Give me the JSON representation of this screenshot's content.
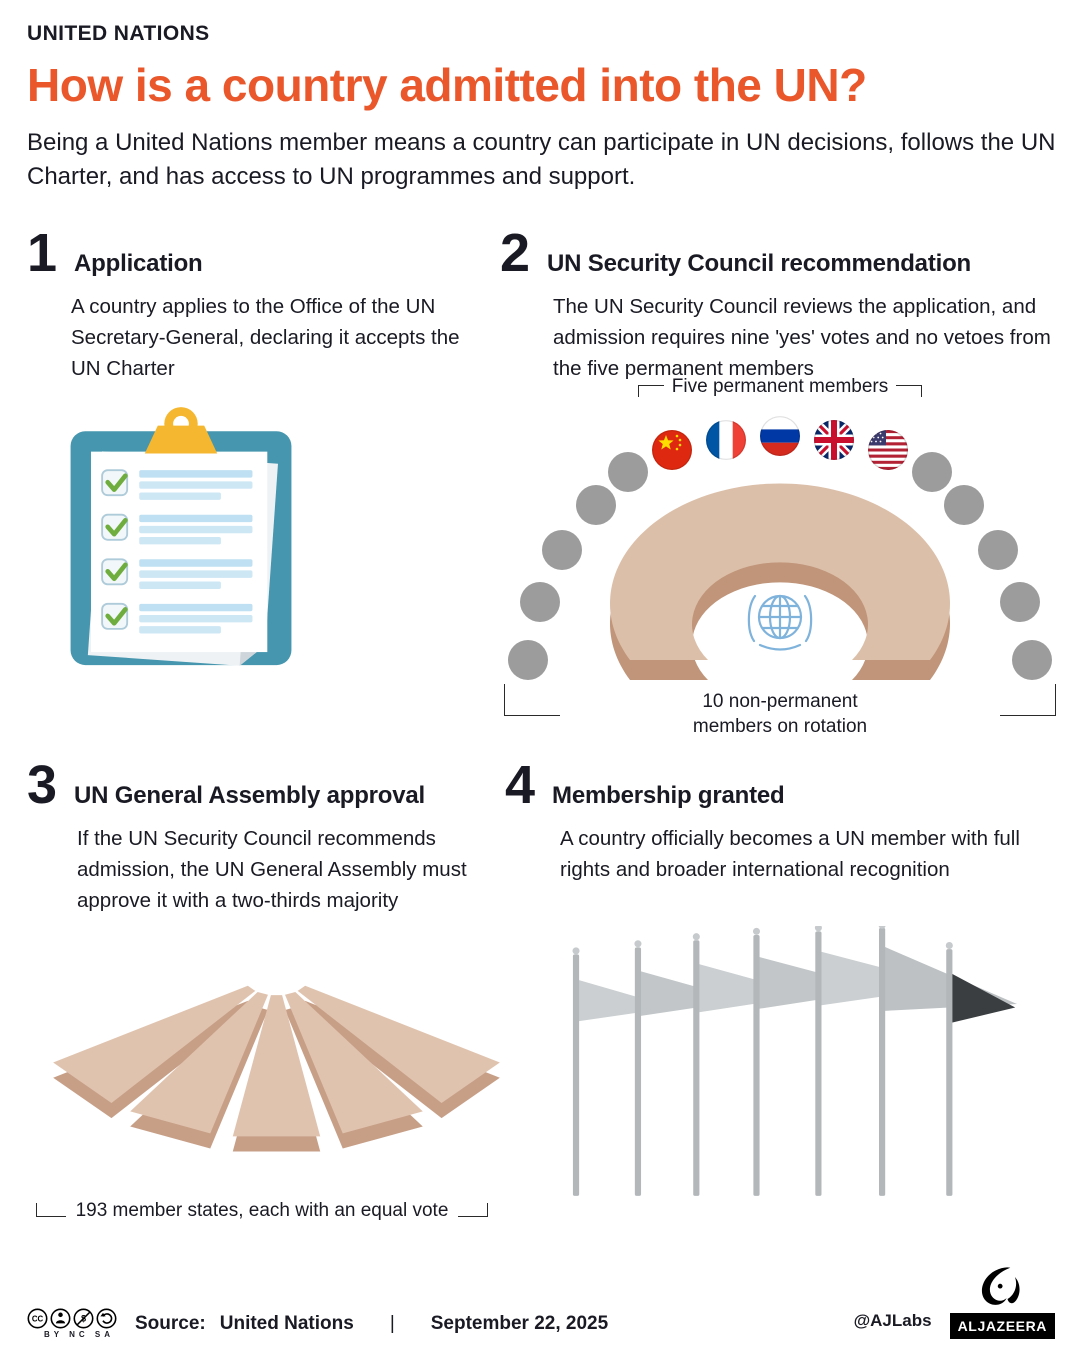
{
  "header": {
    "kicker": "UNITED NATIONS",
    "title": "How is a country admitted into the UN?",
    "subtitle": "Being a United Nations member means a country can participate in UN decisions, follows the UN Charter, and has access to UN programmes and support."
  },
  "steps": {
    "one": {
      "number": "1",
      "title": "Application",
      "body": "A country applies to the Office of the UN Secretary-General, declaring it accepts the UN Charter"
    },
    "two": {
      "number": "2",
      "title": "UN Security Council recommendation",
      "body": "The UN Security Council reviews the application, and admission requires nine 'yes' votes and no vetoes from the five permanent members",
      "label_top": "Five permanent members",
      "label_bottom_line1": "10 non-permanent",
      "label_bottom_line2": "members on rotation",
      "permanent_members": [
        "China",
        "France",
        "Russia",
        "United Kingdom",
        "United States"
      ]
    },
    "three": {
      "number": "3",
      "title": "UN General Assembly approval",
      "body": "If the UN Security Council recommends admission, the UN General Assembly must approve it with a two-thirds majority",
      "label_bottom": "193 member states, each with an equal vote"
    },
    "four": {
      "number": "4",
      "title": "Membership granted",
      "body": "A country officially becomes a UN member with full rights and broader international recognition"
    }
  },
  "footer": {
    "license_labels": "BY NC SA",
    "icons": {
      "cc": "CC",
      "nc_dollar": "$"
    },
    "source_label": "Source:",
    "source_value": "United Nations",
    "separator": "|",
    "date": "September 22, 2025",
    "handle": "@AJLabs",
    "brand": "ALJAZEERA"
  },
  "colors": {
    "accent_orange": "#E9572B",
    "ink": "#1A1A24",
    "table_tan": "#DCBFA9",
    "table_tan_dark": "#C0957A",
    "clipboard_teal": "#4596AE",
    "clip_gold": "#F5B72F",
    "check_green": "#6FAE3E",
    "un_blue": "#7FB3DC",
    "seat_gray": "#9C9C9C",
    "flag_gray": "#C7CBCD",
    "flag_dark": "#3A3E41"
  }
}
